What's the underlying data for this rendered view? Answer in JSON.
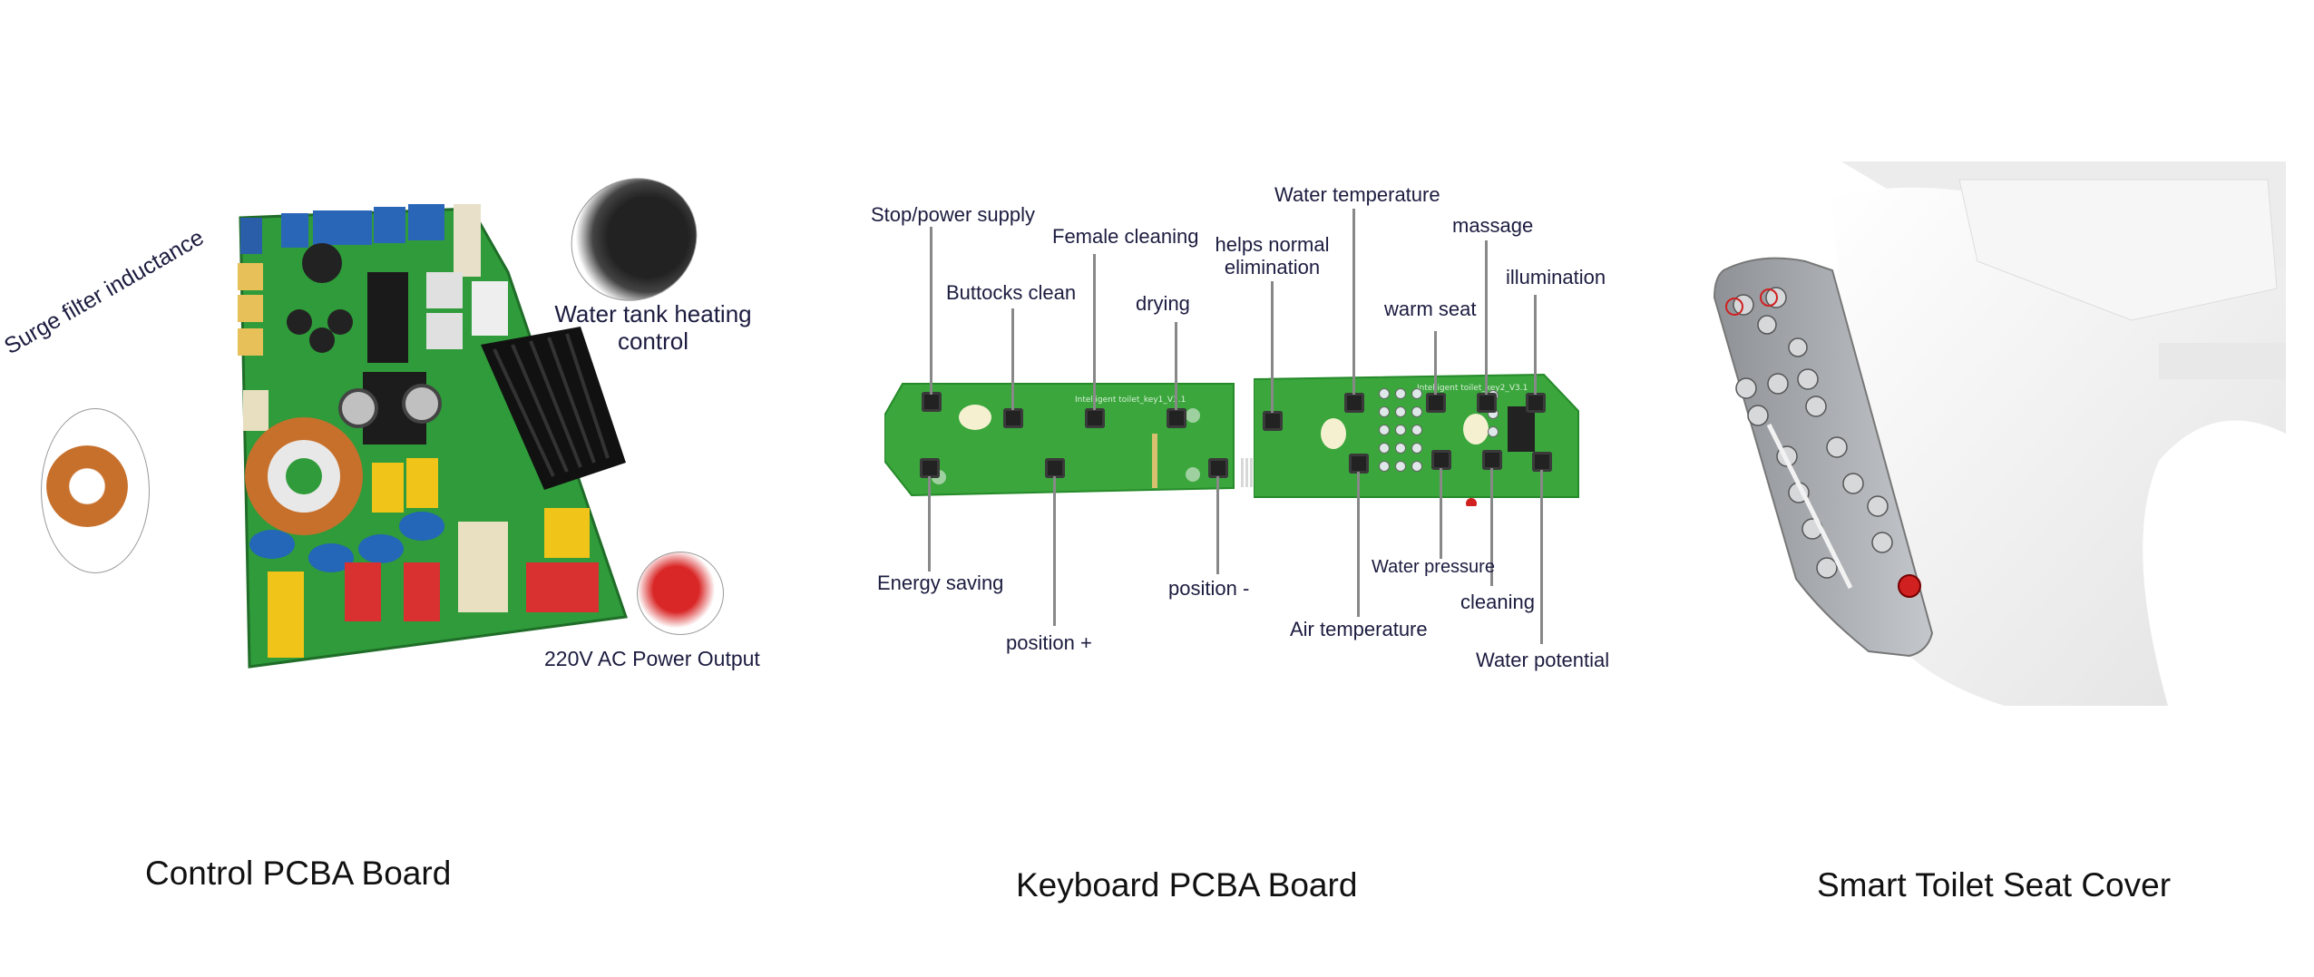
{
  "control_board": {
    "caption": "Control PCBA Board",
    "labels": {
      "surge": "Surge filter inductance",
      "water_tank_1": "Water tank heating",
      "water_tank_2": "control",
      "ac_output": "220V AC Power Output"
    }
  },
  "keyboard_board": {
    "caption": "Keyboard PCBA Board",
    "board_text_left": "Intelligent toilet_key1_V3.1",
    "board_text_right": "Intelligent toilet_key2_V3.1",
    "labels": {
      "stop_power": "Stop/power supply",
      "buttocks": "Buttocks clean",
      "female": "Female cleaning",
      "drying": "drying",
      "helps_1": "helps normal",
      "helps_2": "elimination",
      "water_temp": "Water temperature",
      "warm_seat": "warm seat",
      "massage": "massage",
      "illumination": "illumination",
      "energy": "Energy saving",
      "pos_plus": "position +",
      "pos_minus": "position -",
      "air_temp": "Air temperature",
      "water_pressure": "Water pressure",
      "cleaning": "cleaning",
      "water_potential": "Water potential"
    }
  },
  "seat": {
    "caption": "Smart Toilet Seat Cover"
  }
}
